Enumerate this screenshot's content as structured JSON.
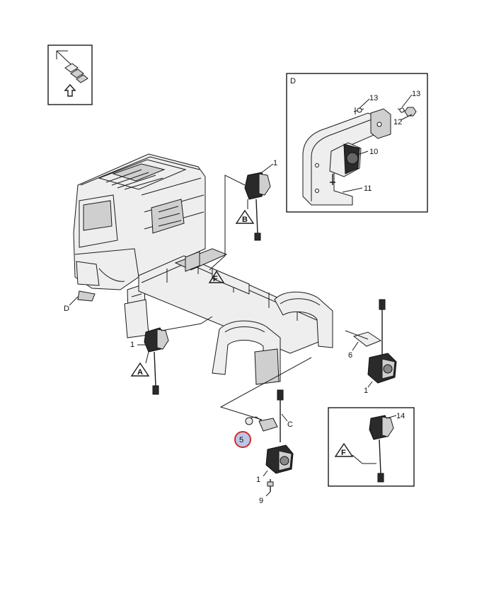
{
  "callouts": {
    "c1_top": "1",
    "c1_left": "1",
    "c1_right": "1",
    "c1_bottom": "1",
    "c5": "5",
    "c6": "6",
    "c9": "9",
    "c10": "10",
    "c11": "11",
    "c12": "12",
    "c13_left": "13",
    "c13_right": "13",
    "c14": "14"
  },
  "refs": {
    "A": "A",
    "B": "B",
    "C": "C",
    "D": "D",
    "D_inset": "D",
    "F": "F",
    "F_inset": "F"
  },
  "colors": {
    "stroke": "#1a1a1a",
    "highlight_ring": "#d62828",
    "highlight_fill": "#b9c8e6"
  }
}
